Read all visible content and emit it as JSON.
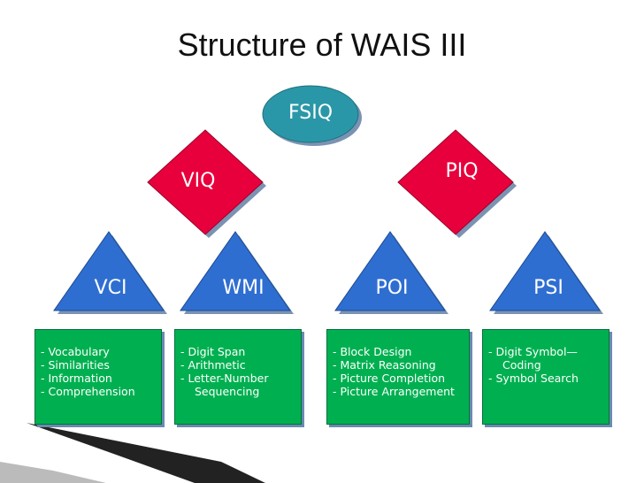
{
  "title": "Structure of WAIS III",
  "nodes": {
    "fsiq": "FSIQ",
    "viq": "VIQ",
    "piq": "PIQ",
    "vci": "VCI",
    "wmi": "WMI",
    "poi": "POI",
    "psi": "PSI"
  },
  "boxes": {
    "vci": [
      "- Vocabulary",
      "- Similarities",
      "- Information",
      "- Comprehension"
    ],
    "wmi": [
      "- Digit Span",
      "- Arithmetic",
      "- Letter-Number",
      "Sequencing"
    ],
    "poi": [
      "- Block Design",
      "- Matrix Reasoning",
      "- Picture Completion",
      "- Picture Arrangement"
    ],
    "psi": [
      "- Digit Symbol—",
      "Coding",
      "- Symbol Search"
    ]
  },
  "colors": {
    "ellipse": "#2a97a8",
    "diamond": "#e8003c",
    "triangle": "#2f6ed1",
    "box": "#00b050"
  }
}
